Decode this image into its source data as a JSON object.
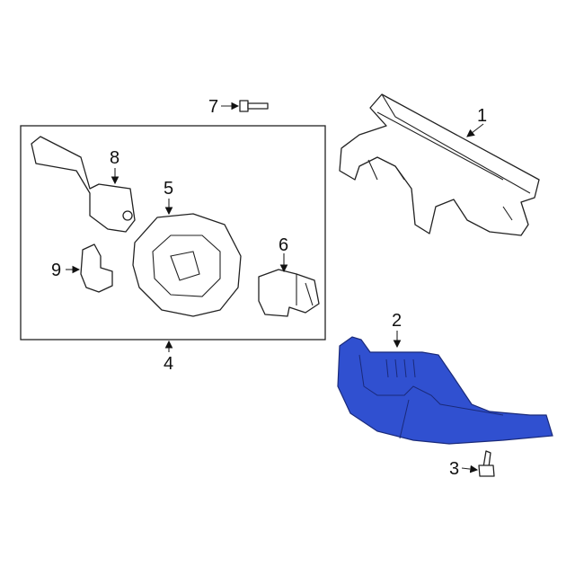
{
  "callouts": [
    "1",
    "2",
    "3",
    "4",
    "5",
    "6",
    "7",
    "8",
    "9"
  ],
  "colors": {
    "highlight": "#3050d0",
    "outline": "#222222"
  }
}
